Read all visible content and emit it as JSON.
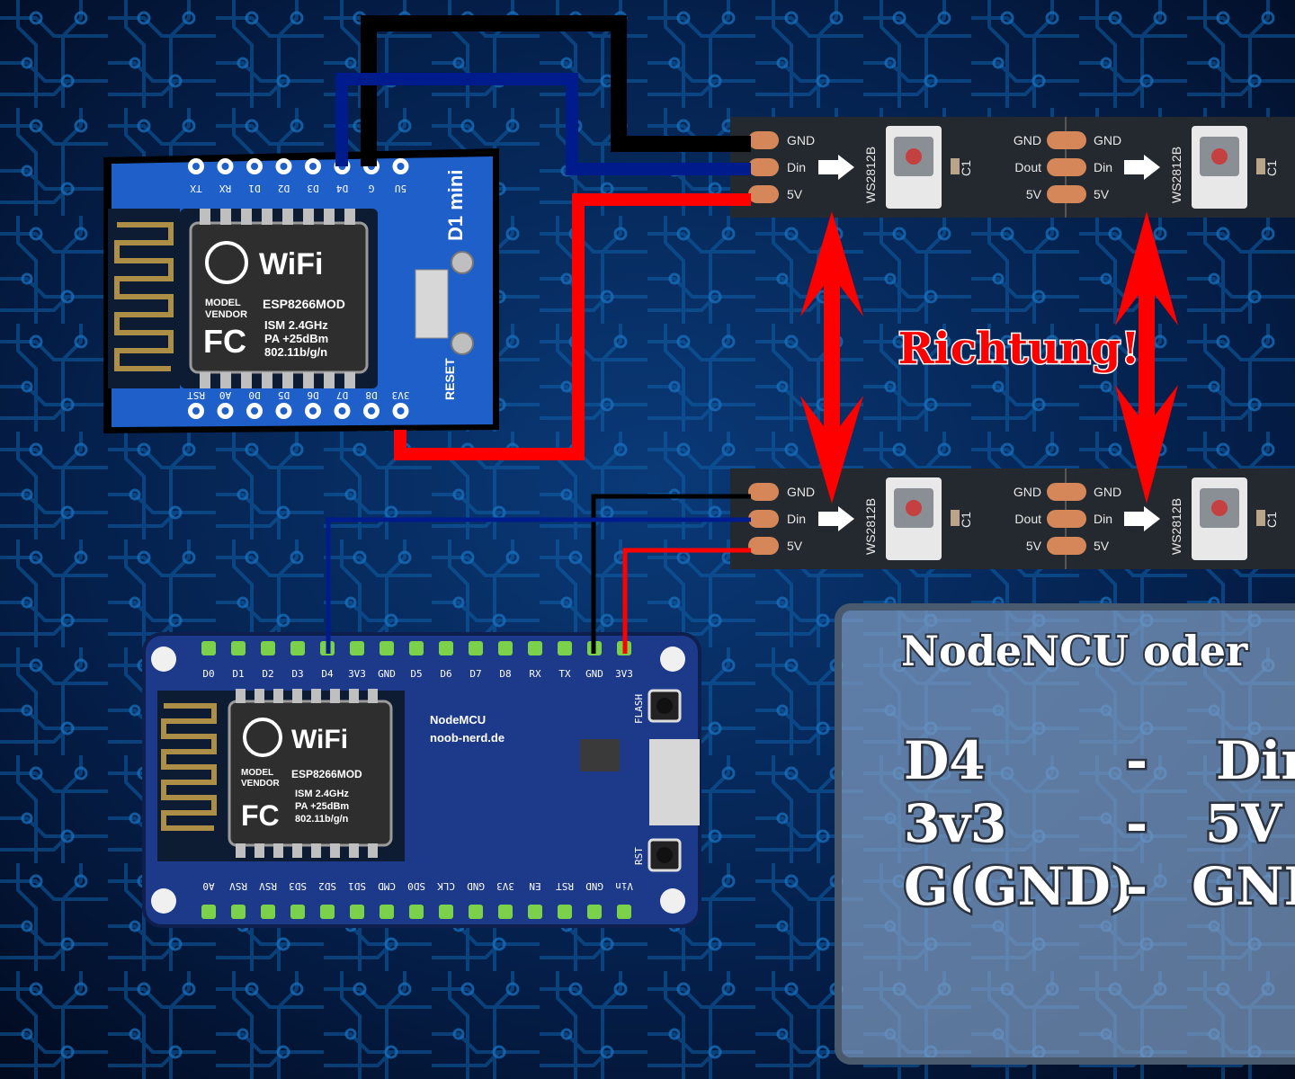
{
  "colors": {
    "board_background": "#041a3d",
    "trace": "#0f5fa8",
    "d1_board": "#1e5fc9",
    "nodemcu_board": "#1d3a8a",
    "led_strip": "#24292f",
    "wire_black": "#000000",
    "wire_blue": "#001c8c",
    "wire_red": "#ff0000",
    "arrow_red": "#ff0000",
    "pad": "#d6875a",
    "info_panel": "#7f9cc2"
  },
  "d1_mini": {
    "brand": "D1 mini",
    "top_pins": [
      "TX",
      "RX",
      "D1",
      "D2",
      "D3",
      "D4",
      "G",
      "5U"
    ],
    "bottom_pins": [
      "RST",
      "A0",
      "D0",
      "D5",
      "D6",
      "D7",
      "D8",
      "3V3"
    ],
    "reset_label": "RESET",
    "module": {
      "wifi": "WiFi",
      "part": "ESP8266MOD",
      "model": "MODEL",
      "vendor": "VENDOR",
      "fc": "FC",
      "specs": [
        "ISM 2.4GHz",
        "PA  +25dBm",
        "802.11b/g/n"
      ]
    }
  },
  "nodemcu": {
    "top_pins": [
      "D0",
      "D1",
      "D2",
      "D3",
      "D4",
      "3V3",
      "GND",
      "D5",
      "D6",
      "D7",
      "D8",
      "RX",
      "TX",
      "GND",
      "3V3"
    ],
    "bottom_pins": [
      "A0",
      "RSV",
      "RSV",
      "SD3",
      "SD2",
      "SD1",
      "CMD",
      "SD0",
      "CLK",
      "GND",
      "3V3",
      "EN",
      "RST",
      "GND",
      "Vin"
    ],
    "flash_label": "FLASH",
    "rst_label": "RST",
    "caption_line1": "NodeMCU",
    "caption_line2": "noob-nerd.de",
    "module": {
      "wifi": "WiFi",
      "part": "ESP8266MOD",
      "model": "MODEL",
      "vendor": "VENDOR",
      "fc": "FC",
      "specs": [
        "ISM 2.4GHz",
        "PA  +25dBm",
        "802.11b/g/n"
      ]
    }
  },
  "led_strip": {
    "chip": "WS2812B",
    "cap": "C1",
    "left_pads": [
      "GND",
      "Din",
      "5V"
    ],
    "right_pads_out": [
      "GND",
      "Dout",
      "5V"
    ],
    "right_pads_in": [
      "GND",
      "Din",
      "5V"
    ]
  },
  "direction_label": "Richtung!",
  "info_panel": {
    "heading": "NodeNCU oder",
    "rows": [
      {
        "left": "D4",
        "dash": "-",
        "right": "Din"
      },
      {
        "left": "3v3",
        "dash": "-",
        "right": "5V"
      },
      {
        "left": "G(GND)",
        "dash": "-",
        "right": "GND"
      }
    ]
  }
}
